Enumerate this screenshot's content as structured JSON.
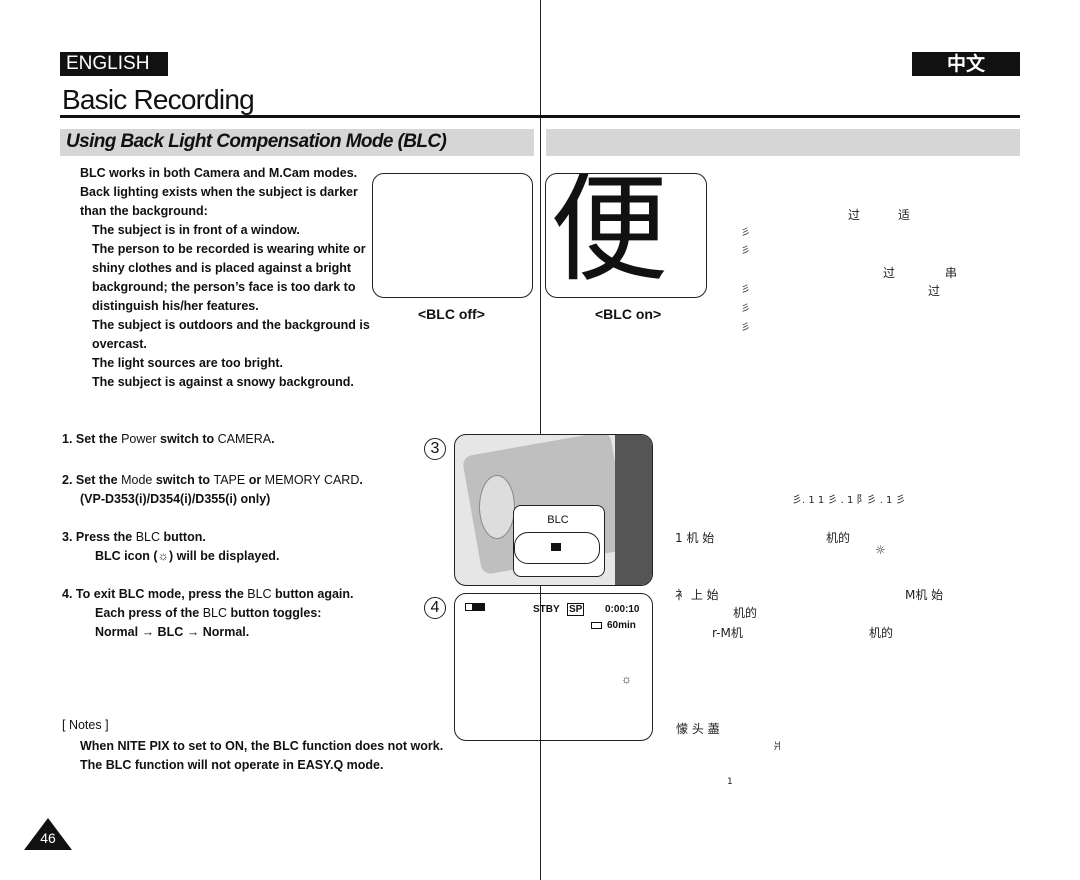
{
  "header": {
    "lang_en": "ENGLISH",
    "lang_zh": "中文",
    "title": "Basic Recording"
  },
  "section": {
    "title": "Using Back Light Compensation Mode (BLC)"
  },
  "intro": {
    "lines": [
      "BLC works in both Camera and M.Cam modes.",
      "Back lighting exists when the subject is darker",
      "than the background:"
    ],
    "bullets": [
      [
        "The subject is in front of a window."
      ],
      [
        "The person to be recorded is wearing white or",
        "shiny clothes and is placed against a bright",
        "background; the person’s face is too dark to",
        "distinguish his/her features."
      ],
      [
        "The subject is outdoors and the background is",
        "overcast."
      ],
      [
        "The light sources are too bright."
      ],
      [
        "The subject is against a snowy background."
      ]
    ]
  },
  "images": {
    "blc_off_caption": "<BLC off>",
    "blc_on_caption": "<BLC on>",
    "sample_glyph": "便"
  },
  "steps": {
    "s1": {
      "num": "1.",
      "a": "Set the ",
      "b": "Power",
      "c": " switch to ",
      "d": "CAMERA",
      "e": "."
    },
    "s2": {
      "num": "2.",
      "a": "Set the ",
      "b": "Mode",
      "c": " switch to ",
      "d": "TAPE",
      "e": " or ",
      "f": "MEMORY CARD",
      "g": ".",
      "h": "(VP-D353(i)/D354(i)/D355(i) only)"
    },
    "s3": {
      "num": "3.",
      "a": "Press the ",
      "b": "BLC",
      "c": " button.",
      "d": "BLC icon (",
      "e": ") will be displayed."
    },
    "s4": {
      "num": "4.",
      "a": "To exit BLC mode, press the ",
      "b": "BLC",
      "c": " button again.",
      "d": "Each press of the ",
      "e": "BLC",
      "f": " button toggles:",
      "g": "Normal",
      "h": "BLC",
      "i": "Normal."
    }
  },
  "callouts": {
    "c3": "3",
    "c4": "4",
    "blc_button": "BLC"
  },
  "lcd": {
    "stby": "STBY",
    "sp": "SP",
    "time": "0:00:10",
    "remain": "60min"
  },
  "notes": {
    "label": "[ Notes ]",
    "lines": [
      "When NITE PIX to set to ON, the BLC function does not work.",
      "The BLC function will not operate in EASY.Q mode."
    ]
  },
  "zh": {
    "r1": [
      "过",
      "适"
    ],
    "r2": [
      "过",
      "串"
    ],
    "r3": [
      "过"
    ],
    "marks": [
      "彡",
      "彡",
      "彡",
      "彡",
      "彡"
    ],
    "s2": "彡. 1 1 彡 . 1 阝彡 . 1 彡",
    "s3a": "1 机 始",
    "s3b": "机的",
    "s4a": "衤 上 始",
    "s4b": "M机 始",
    "s4c": "机的",
    "s4d": "r-M机",
    "s4e": "机的",
    "n1": "懞 头 藎",
    "n2": "爿",
    "n3": "1"
  },
  "page_number": "46"
}
